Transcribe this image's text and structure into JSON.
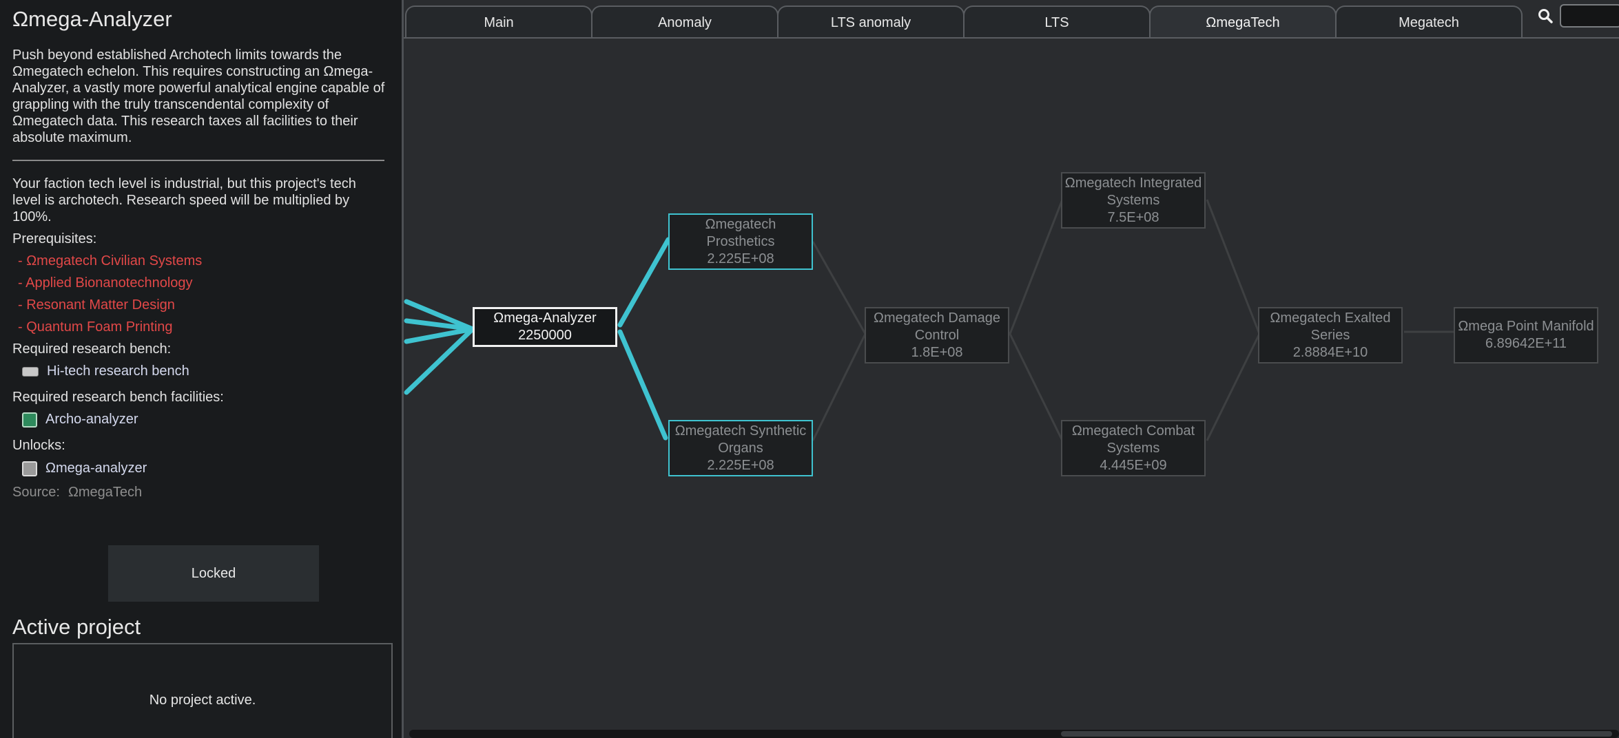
{
  "colors": {
    "prereq_missing": "#e24848",
    "link_available": "#3fc3d0",
    "link_locked": "#3e4042",
    "panel_bg": "#191b1d",
    "tree_bg": "#2a2c2f"
  },
  "detail": {
    "title": "Ωmega-Analyzer",
    "description": "Push beyond established Archotech limits towards the Ωmegatech echelon. This requires constructing an Ωmega-Analyzer, a vastly more powerful analytical engine capable of grappling with the truly transcendental complexity of Ωmegatech data. This research taxes all facilities to their absolute maximum.",
    "tech_level_note": "Your faction tech level is industrial, but this project's tech level is archotech. Research speed will be multiplied by 100%.",
    "prerequisites_label": "Prerequisites:",
    "prerequisites": [
      "- Ωmegatech Civilian Systems",
      "- Applied Bionanotechnology",
      "- Resonant Matter Design",
      "- Quantum Foam Printing"
    ],
    "bench_label": "Required research bench:",
    "bench": "Hi-tech research bench",
    "bench_icon": "research-bench-icon",
    "facilities_label": "Required research bench facilities:",
    "facility": "Archo-analyzer",
    "facility_icon": "archo-analyzer-icon",
    "unlocks_label": "Unlocks:",
    "unlock": "Ωmega-analyzer",
    "unlock_icon": "omega-analyzer-icon",
    "source_label": "Source:",
    "source": "ΩmegaTech",
    "button_label": "Locked"
  },
  "active_project": {
    "title": "Active project",
    "status": "No project active."
  },
  "tabs": [
    {
      "label": "Main",
      "active": false
    },
    {
      "label": "Anomaly",
      "active": false
    },
    {
      "label": "LTS anomaly",
      "active": false
    },
    {
      "label": "LTS",
      "active": false
    },
    {
      "label": "ΩmegaTech",
      "active": true
    },
    {
      "label": "Megatech",
      "active": false
    }
  ],
  "search": {
    "placeholder": "",
    "icon": "search-icon"
  },
  "tree_nodes": {
    "omega_analyzer": {
      "name": "Ωmega-Analyzer",
      "cost": "2250000",
      "state": "current"
    },
    "prosthetics": {
      "name": "Ωmegatech Prosthetics",
      "cost": "2.225E+08",
      "state": "available"
    },
    "synthetic_organs": {
      "name": "Ωmegatech Synthetic Organs",
      "cost": "2.225E+08",
      "state": "available"
    },
    "damage_control": {
      "name": "Ωmegatech Damage Control",
      "cost": "1.8E+08",
      "state": "locked"
    },
    "integrated_systems": {
      "name": "Ωmegatech Integrated Systems",
      "cost": "7.5E+08",
      "state": "locked"
    },
    "combat_systems": {
      "name": "Ωmegatech Combat Systems",
      "cost": "4.445E+09",
      "state": "locked"
    },
    "exalted_series": {
      "name": "Ωmegatech Exalted Series",
      "cost": "2.8884E+10",
      "state": "locked"
    },
    "point_manifold": {
      "name": "Ωmega Point Manifold",
      "cost": "6.89642E+11",
      "state": "locked"
    }
  }
}
